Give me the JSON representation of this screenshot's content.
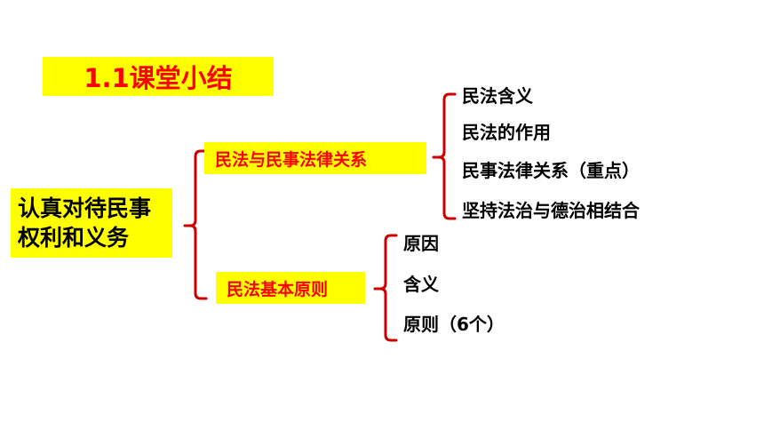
{
  "title": "1.1课堂小结",
  "root": {
    "line1": "认真对待民事",
    "line2": "权利和义务"
  },
  "branches": [
    {
      "label": "民法与民事法律关系",
      "children": [
        "民法含义",
        "民法的作用",
        "民事法律关系（重点）",
        "坚持法治与德治相结合"
      ]
    },
    {
      "label": "民法基本原则",
      "children": [
        "原因",
        "含义",
        "原则（6个）"
      ]
    }
  ],
  "colors": {
    "highlight": "#ffff00",
    "accent_text": "#ff0000",
    "bracket": "#cc0000",
    "text": "#000000"
  }
}
